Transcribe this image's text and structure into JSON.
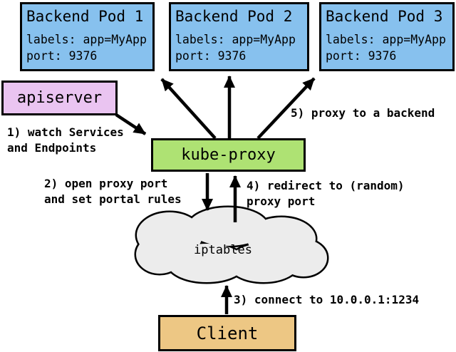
{
  "diagram": {
    "pods": [
      {
        "title": "Backend Pod 1",
        "labels_line": "labels: app=MyApp",
        "port_line": "port: 9376"
      },
      {
        "title": "Backend Pod 2",
        "labels_line": "labels: app=MyApp",
        "port_line": "port: 9376"
      },
      {
        "title": "Backend Pod 3",
        "labels_line": "labels: app=MyApp",
        "port_line": "port: 9376"
      }
    ],
    "apiserver": {
      "label": "apiserver"
    },
    "kube_proxy": {
      "label": "kube-proxy"
    },
    "iptables": {
      "label": "iptables"
    },
    "client": {
      "label": "Client"
    },
    "annotations": {
      "step1": {
        "line1": "1) watch Services",
        "line2": "and Endpoints"
      },
      "step2": {
        "line1": "2) open proxy port",
        "line2": "and set portal rules"
      },
      "step3": {
        "line1": "3) connect to 10.0.0.1:1234"
      },
      "step4": {
        "line1": "4) redirect to (random)",
        "line2": "proxy port"
      },
      "step5": {
        "line1": "5) proxy to a backend"
      }
    },
    "colors": {
      "pod_fill": "#87c1ee",
      "apiserver_fill": "#eac4f1",
      "kube_proxy_fill": "#aee273",
      "client_fill": "#edc784",
      "cloud_fill": "#ececec",
      "line_color": "#000000"
    }
  }
}
